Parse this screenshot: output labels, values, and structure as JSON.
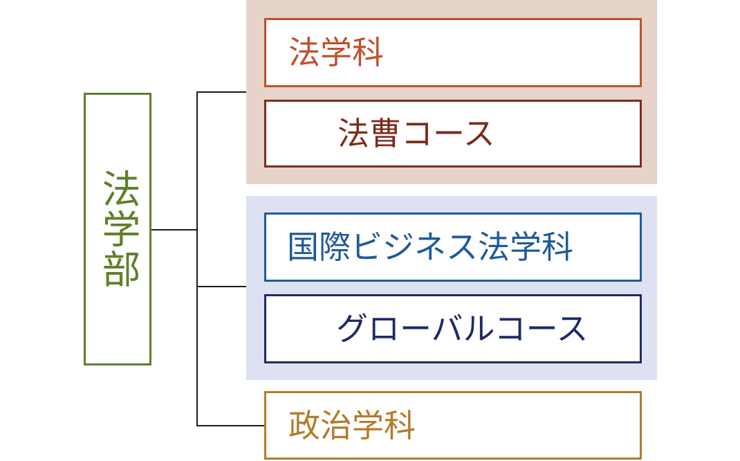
{
  "colors": {
    "faculty": "#5f7f2a",
    "law_group_bg": "#e6d3ca",
    "law_dept": "#c0502c",
    "law_course": "#7c2c1e",
    "intl_group_bg": "#dde1f1",
    "intl_dept": "#1f5a9a",
    "intl_course": "#1f2a66",
    "politics_dept": "#b57a2a",
    "connector": "#1a1a1a"
  },
  "faculty": {
    "label": "法学部"
  },
  "groups": [
    {
      "department": "法学科",
      "course": "法曹コース"
    },
    {
      "department": "国際ビジネス法学科",
      "course": "グローバルコース"
    }
  ],
  "politics": {
    "department": "政治学科"
  }
}
